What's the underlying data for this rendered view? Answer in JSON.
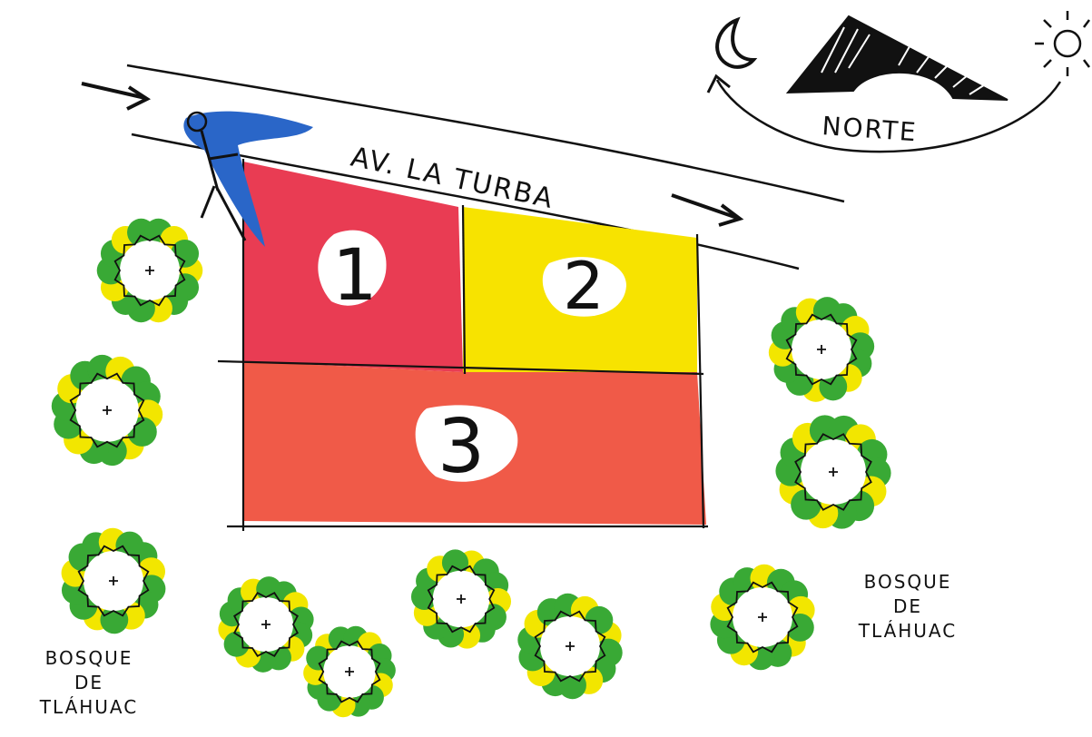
{
  "street": {
    "name": "AV. LA TURBA"
  },
  "compass": {
    "north_label": "NORTE",
    "moon_icon": "crescent-moon-icon",
    "sun_icon": "sun-icon",
    "mountain_icon": "mountain-icon"
  },
  "zones": [
    {
      "label": "1",
      "color": "#e8324a"
    },
    {
      "label": "2",
      "color": "#f7e300"
    },
    {
      "label": "3",
      "color": "#f05a48"
    }
  ],
  "forest_labels": {
    "left": {
      "line1": "BOSQUE",
      "line2": "DE",
      "line3": "TLÁHUAC"
    },
    "right": {
      "line1": "BOSQUE",
      "line2": "DE",
      "line3": "TLÁHUAC"
    }
  },
  "colors": {
    "tree_green": "#39a935",
    "tree_yellow": "#f2e600",
    "pedestrian_blue": "#2a66c8",
    "ink": "#111111"
  }
}
